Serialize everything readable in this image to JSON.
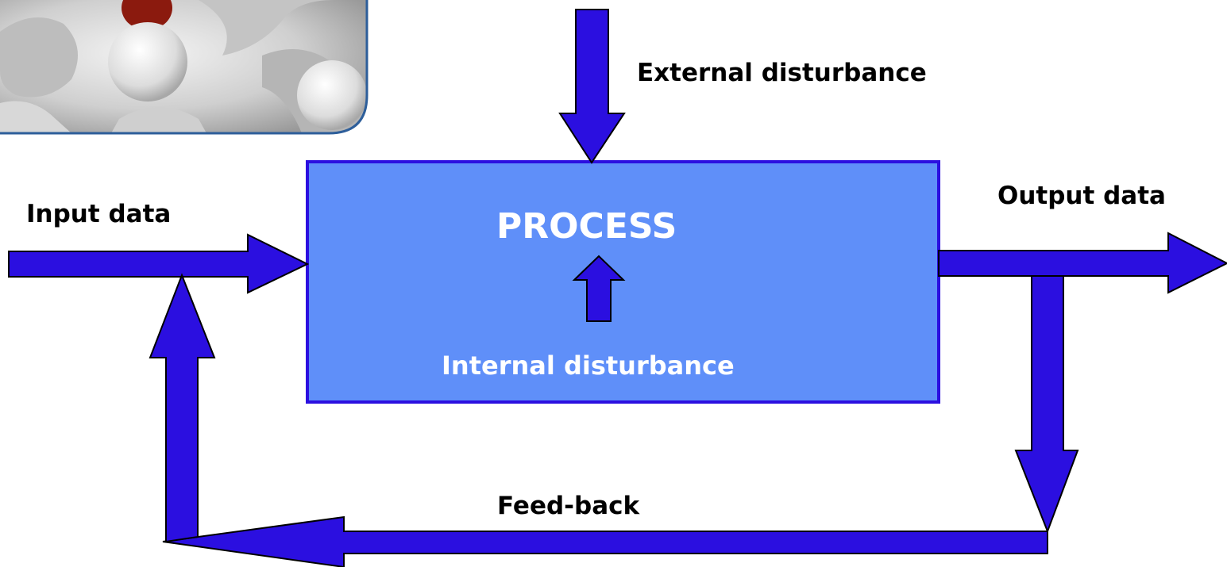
{
  "colors": {
    "arrow_fill": "#2b0fe0",
    "process_fill": "#5f8ff9",
    "process_border": "#2b0fe0",
    "outline": "#000000"
  },
  "diagram": {
    "process_label": "PROCESS",
    "internal_disturbance_label": "Internal disturbance",
    "external_disturbance_label": "External disturbance",
    "input_label": "Input data",
    "output_label": "Output data",
    "feedback_label": "Feed-back"
  },
  "decorative_image": {
    "description": "white 3D figures puzzle photo",
    "icon": "team-puzzle-image"
  }
}
